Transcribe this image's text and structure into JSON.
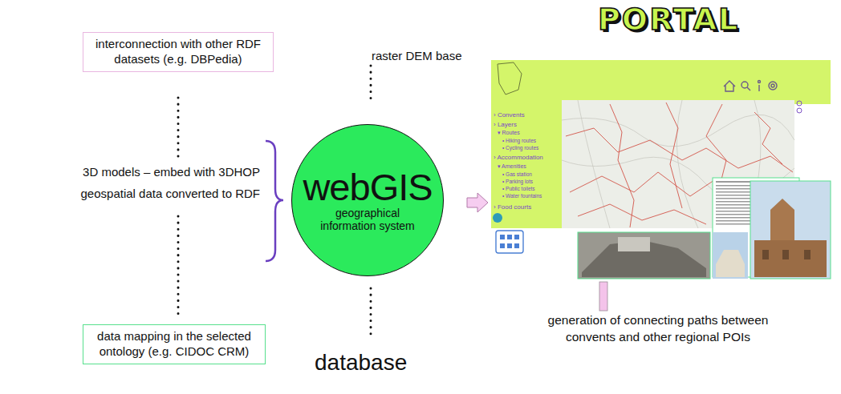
{
  "diagram": {
    "title": "PORTAL",
    "nodes": [
      {
        "text": [
          "interconnection with other RDF datasets (e.g. DBPedia)"
        ]
      },
      {
        "text": [
          "webGIS",
          "geographical information system"
        ]
      },
      {
        "text": [
          "data mapping in the selected ontology (e.g. CIDOC CRM)"
        ]
      }
    ],
    "labels": [
      "raster DEM base",
      "3D models – embed with 3DHOP",
      "geospatial data converted to RDF",
      "database",
      "generation of connecting paths between convents and other regional POIs",
      "› Convents",
      "› Layers",
      "▾ Routes",
      "• Hiking routes",
      "• Cycling routes",
      "› Accommodation",
      "▾ Amenities",
      "• Gas station",
      "• Parking lots",
      "• Public toilets",
      "• Water fountains",
      "› Food courts"
    ]
  }
}
